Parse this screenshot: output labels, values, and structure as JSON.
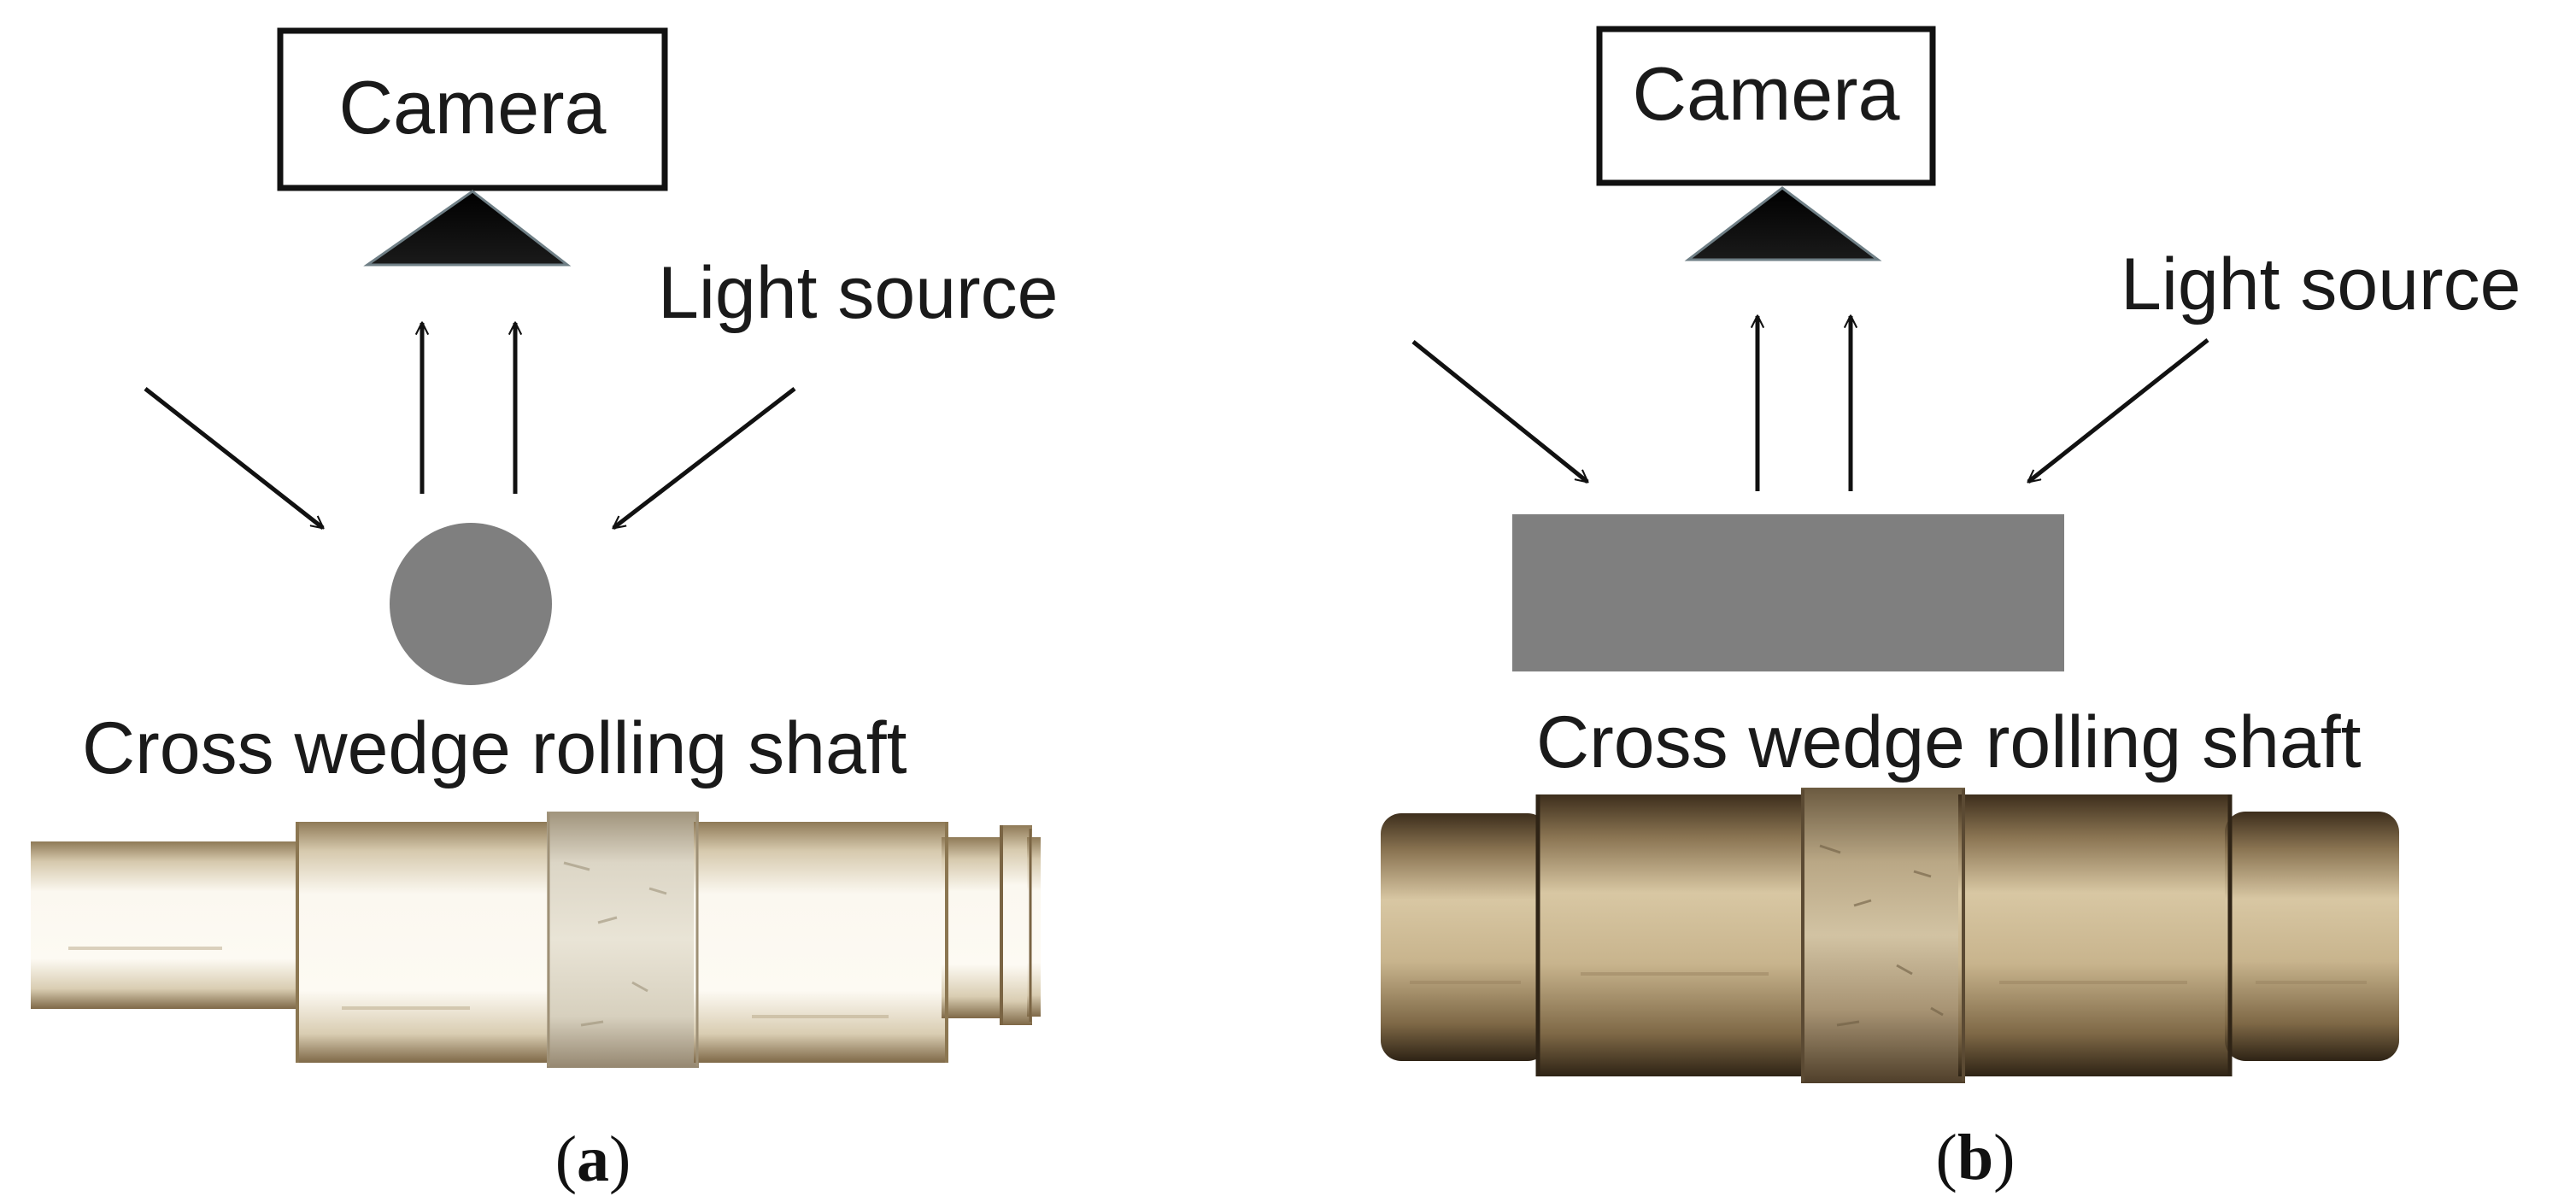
{
  "panels": [
    {
      "id": "a",
      "camera_label": "Camera",
      "light_label": "Light source",
      "shaft_label": "Cross wedge rolling shaft",
      "caption_open": "(",
      "caption_letter": "a",
      "caption_close": ")"
    },
    {
      "id": "b",
      "camera_label": "Camera",
      "light_label": "Light source",
      "shaft_label": "Cross wedge rolling shaft",
      "caption_open": "(",
      "caption_letter": "b",
      "caption_close": ")"
    }
  ],
  "colors": {
    "line": "#111111",
    "part_gray": "#7f7f7f",
    "prism": "#050505",
    "shaft_light": "#efe6d2",
    "shaft_dark": "#a88f6a"
  }
}
